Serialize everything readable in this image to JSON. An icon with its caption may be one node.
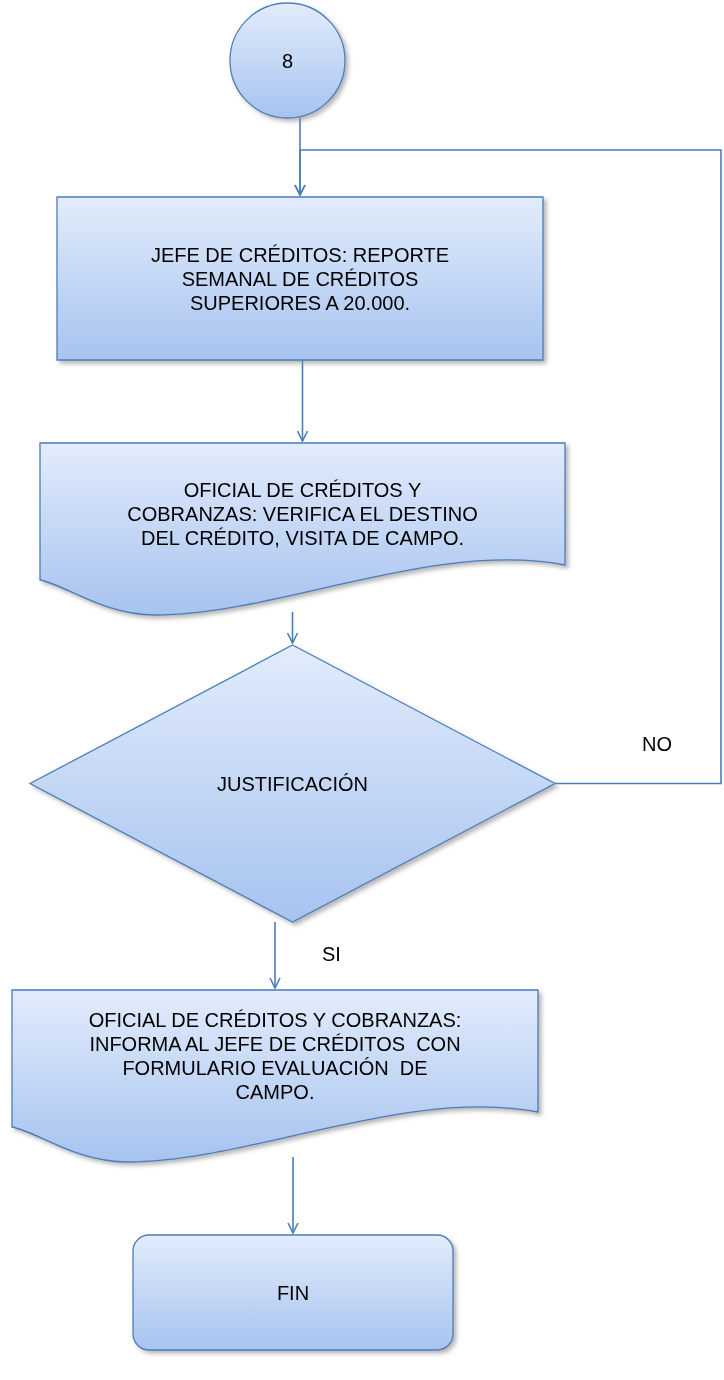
{
  "diagram": {
    "nodes": [
      {
        "text": [
          "8"
        ]
      },
      {
        "text": [
          "JEFE DE CRÉDITOS: REPORTE SEMANAL DE CRÉDITOS SUPERIORES A 20.000."
        ]
      },
      {
        "text": [
          "OFICIAL DE CRÉDITOS Y COBRANZAS: VERIFICA EL DESTINO DEL CRÉDITO, VISITA DE CAMPO."
        ]
      },
      {
        "text": [
          "JUSTIFICACIÓN"
        ]
      },
      {
        "text": [
          "OFICIAL DE CRÉDITOS Y COBRANZAS: INFORMA AL JEFE DE CRÉDITOS  CON FORMULARIO EVALUACIÓN  DE CAMPO."
        ]
      },
      {
        "text": [
          "FIN"
        ]
      }
    ],
    "edges": [
      {
        "from": 0,
        "to": 1,
        "arrow": "to"
      },
      {
        "from": 1,
        "to": 2,
        "arrow": "to"
      },
      {
        "from": 2,
        "to": 3,
        "arrow": "to"
      },
      {
        "from": 3,
        "to": 4,
        "arrow": "to",
        "label": "SI"
      },
      {
        "from": 4,
        "to": 5,
        "arrow": "to"
      },
      {
        "from": 3,
        "to": 1,
        "arrow": "to",
        "label": "NO"
      }
    ]
  }
}
